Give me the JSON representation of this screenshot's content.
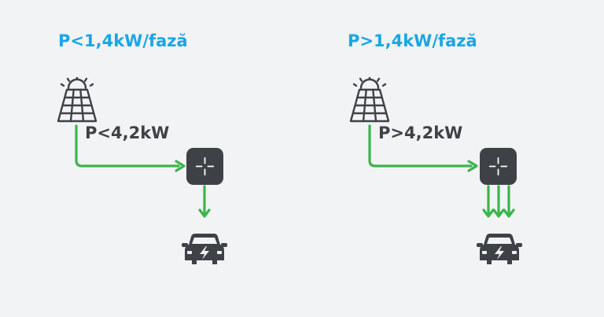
{
  "colors": {
    "background": "#f2f3f5",
    "title": "#1aa6e4",
    "text": "#3e4247",
    "icon": "#3e4247",
    "flow_arrow": "#3cb44b",
    "sun_rays": "#f0a81c"
  },
  "panels": [
    {
      "title": "P<1,4kW/fază",
      "power_label": "P<4,2kW",
      "charging_arrows": 1,
      "icons": [
        "solar-panel-icon",
        "inverter-icon",
        "electric-car-icon"
      ]
    },
    {
      "title": "P>1,4kW/fază",
      "power_label": "P>4,2kW",
      "charging_arrows": 3,
      "icons": [
        "solar-panel-icon",
        "inverter-icon",
        "electric-car-icon"
      ]
    }
  ]
}
